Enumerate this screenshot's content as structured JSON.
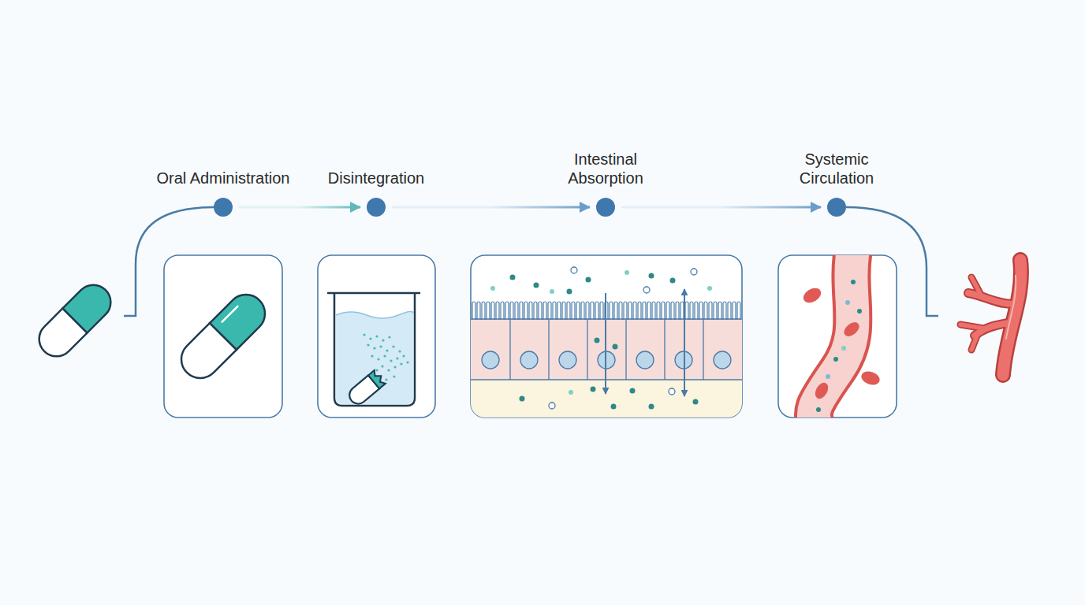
{
  "diagram": {
    "nodes": [
      {
        "text": [
          "Oral Administration"
        ]
      },
      {
        "text": [
          "Disintegration"
        ]
      },
      {
        "text": [
          "Intestinal Absorption"
        ]
      },
      {
        "text": [
          "Systemic Circulation"
        ]
      }
    ],
    "edges": [
      {
        "from": 0,
        "to": 1,
        "arrow": "to"
      },
      {
        "from": 1,
        "to": 2,
        "arrow": "to"
      },
      {
        "from": 2,
        "to": 3,
        "arrow": "to"
      }
    ]
  }
}
